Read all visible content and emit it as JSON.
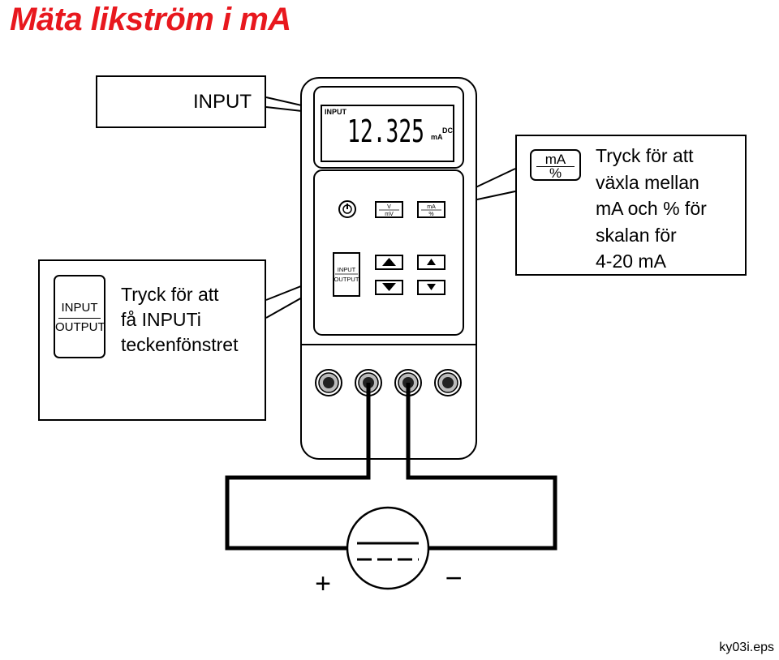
{
  "title": "Mäta likström i mA",
  "callouts": {
    "input": {
      "text": "INPUT"
    },
    "ma_percent": {
      "key_top": "mA",
      "key_bottom": "%",
      "text": "Tryck för att\nväxla mellan\nmA och % för\nskalan för\n4-20 mA"
    },
    "input_output": {
      "key_top": "INPUT",
      "key_bottom": "OUTPUT",
      "text": "Tryck för att\nfå INPUTi\nteckenfönstret"
    }
  },
  "meter": {
    "display_indicator": "INPUT",
    "display_value": "12.325",
    "unit_dc": "DC",
    "unit_ma": "mA",
    "btn_v": "V",
    "btn_mv": "mV",
    "btn_ma": "mA",
    "btn_pct": "%",
    "btn_input": "INPUT",
    "btn_output": "OUTPUT"
  },
  "circuit": {
    "plus": "+",
    "minus": "−"
  },
  "filename": "ky03i.eps"
}
